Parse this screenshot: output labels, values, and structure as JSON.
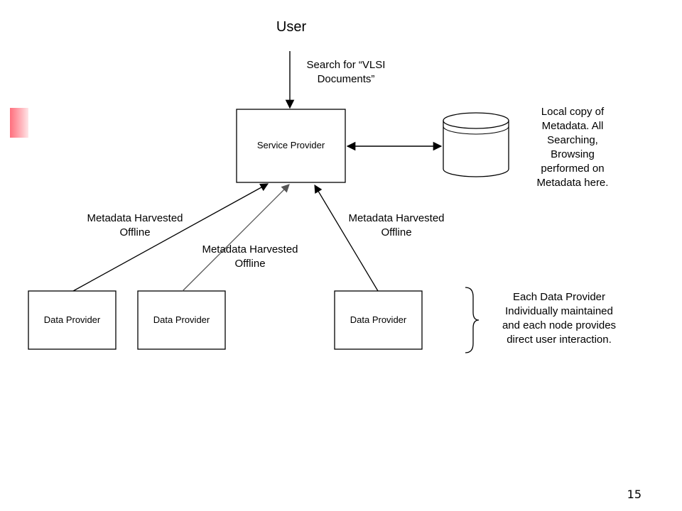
{
  "nodes": {
    "user": "User",
    "service_provider": "Service Provider",
    "data_provider_1": "Data Provider",
    "data_provider_2": "Data Provider",
    "data_provider_3": "Data Provider"
  },
  "edges": {
    "search": [
      "Search for “VLSI",
      "Documents”"
    ],
    "harvest_left": [
      "Metadata Harvested",
      "Offline"
    ],
    "harvest_middle": [
      "Metadata Harvested",
      "Offline"
    ],
    "harvest_right": [
      "Metadata Harvested",
      "Offline"
    ]
  },
  "notes": {
    "metadata": [
      "Local copy of",
      "Metadata. All",
      "Searching,",
      "Browsing",
      "performed on",
      "Metadata here."
    ],
    "data_providers": [
      "Each Data Provider",
      "Individually maintained",
      "and each node provides",
      "direct user interaction."
    ]
  },
  "page_number": "15"
}
